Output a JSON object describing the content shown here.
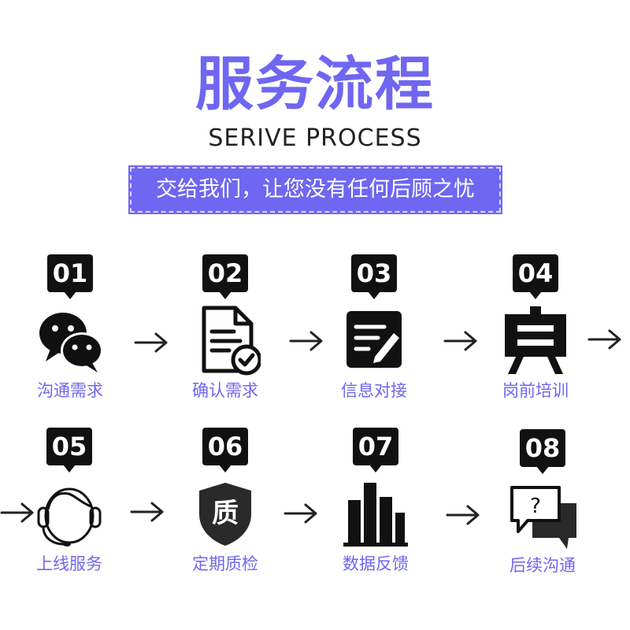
{
  "title": "服务流程",
  "subtitle": "SERIVE  PROCESS",
  "slogan": "交给我们，让您没有任何后顾之忧",
  "steps": [
    {
      "number": "01",
      "label": "沟通需求",
      "icon": "wechat-icon"
    },
    {
      "number": "02",
      "label": "确认需求",
      "icon": "document-check-icon"
    },
    {
      "number": "03",
      "label": "信息对接",
      "icon": "edit-note-icon"
    },
    {
      "number": "04",
      "label": "岗前培训",
      "icon": "training-board-icon"
    },
    {
      "number": "05",
      "label": "上线服务",
      "icon": "headset-agent-icon"
    },
    {
      "number": "06",
      "label": "定期质检",
      "icon": "quality-shield-icon"
    },
    {
      "number": "07",
      "label": "数据反馈",
      "icon": "bar-chart-icon"
    },
    {
      "number": "08",
      "label": "后续沟通",
      "icon": "chat-bubbles-icon"
    }
  ],
  "quality_shield_text": "质",
  "chat_bubble_text": "?",
  "colors": {
    "accent": "#6f66f2",
    "dark": "#111111"
  }
}
